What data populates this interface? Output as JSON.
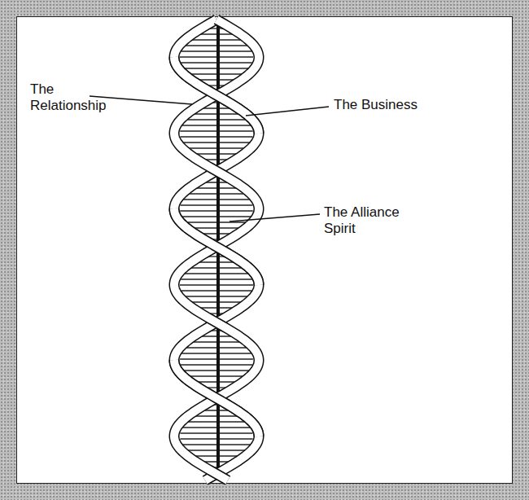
{
  "diagram": {
    "labels": [
      "The Relationship",
      "The Business",
      "The Alliance Spirit"
    ]
  }
}
